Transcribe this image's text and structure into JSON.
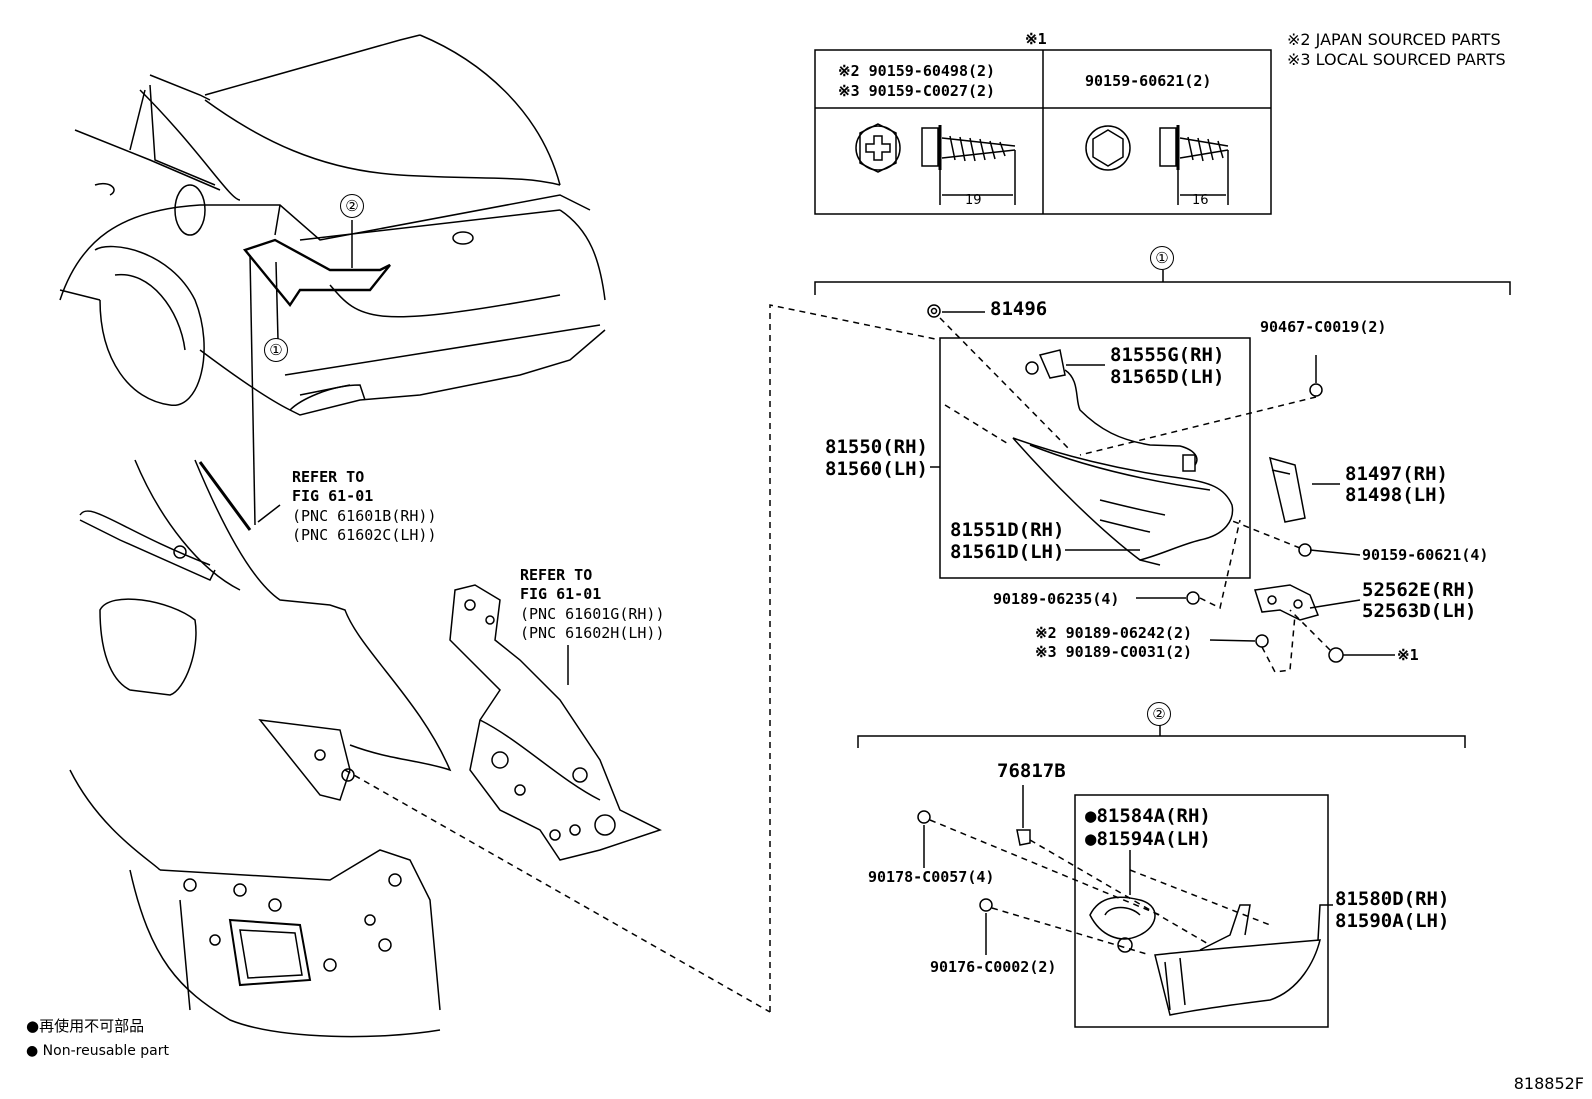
{
  "table": {
    "marker": "※1",
    "left_line1": "※2 90159-60498(2)",
    "left_line2": "※3 90159-C0027(2)",
    "right_line1": "90159-60621(2)",
    "dim_left": "19",
    "dim_right": "16"
  },
  "legend": {
    "line1": "※2 JAPAN SOURCED PARTS",
    "line2": "※3 LOCAL SOURCED PARTS"
  },
  "circles": {
    "one": "①",
    "two": "②"
  },
  "refer1": {
    "l1": "REFER TO",
    "l2": "FIG 61-01",
    "l3": "(PNC 61601B(RH))",
    "l4": "(PNC 61602C(LH))"
  },
  "refer2": {
    "l1": "REFER TO",
    "l2": "FIG 61-01",
    "l3": "(PNC 61601G(RH))",
    "l4": "(PNC 61602H(LH))"
  },
  "parts1": {
    "p81496": "81496",
    "p90467": "90467-C0019(2)",
    "p81555": "81555G(RH)",
    "p81565": "81565D(LH)",
    "p81550": "81550(RH)",
    "p81560": "81560(LH)",
    "p81497": "81497(RH)",
    "p81498": "81498(LH)",
    "p81551": "81551D(RH)",
    "p81561": "81561D(LH)",
    "p90159": "90159-60621(4)",
    "p90189a": "90189-06235(4)",
    "p52562": "52562E(RH)",
    "p52563": "52563D(LH)",
    "p90189b": "※2 90189-06242(2)",
    "p90189c": "※3 90189-C0031(2)",
    "pstar": "※1"
  },
  "parts2": {
    "p76817": "76817B",
    "p81584": "●81584A(RH)",
    "p81594": "●81594A(LH)",
    "p90178": "90178-C0057(4)",
    "p81580": "81580D(RH)",
    "p81590": "81590A(LH)",
    "p90176": "90176-C0002(2)"
  },
  "footnote": {
    "jp": "●再使用不可部品",
    "en": "● Non-reusable part"
  },
  "figure_code": "818852F"
}
